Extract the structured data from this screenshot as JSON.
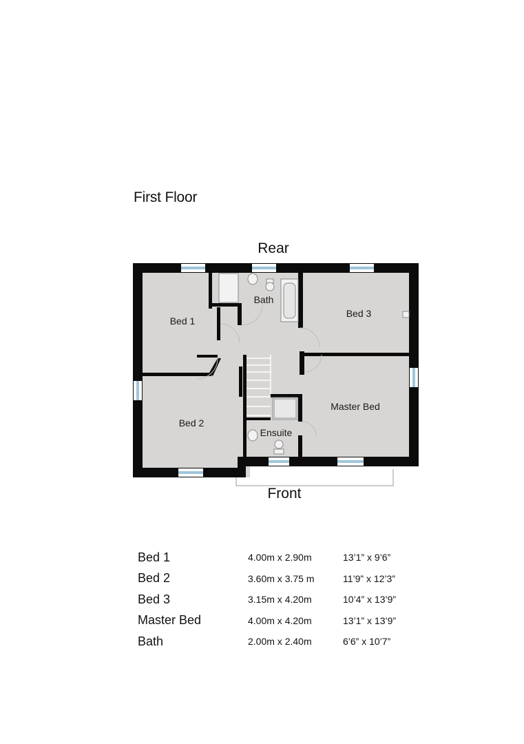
{
  "floor_title": "First Floor",
  "orientation": {
    "top": "Rear",
    "bottom": "Front"
  },
  "rooms": {
    "bed1": "Bed 1",
    "bed2": "Bed 2",
    "bed3": "Bed 3",
    "master_bed": "Master Bed",
    "bath": "Bath",
    "ensuite": "Ensuite"
  },
  "dimensions": [
    {
      "room": "Bed 1",
      "metric": "4.00m x 2.90m",
      "imperial": "13’1” x 9’6”"
    },
    {
      "room": "Bed 2",
      "metric": "3.60m x 3.75 m",
      "imperial": "11’9” x 12’3”"
    },
    {
      "room": "Bed 3",
      "metric": "3.15m x 4.20m",
      "imperial": "10’4” x 13’9”"
    },
    {
      "room": "Master Bed",
      "metric": "4.00m x 4.20m",
      "imperial": "13’1” x 13’9”"
    },
    {
      "room": "Bath",
      "metric": "2.00m x 2.40m",
      "imperial": "6’6” x 10’7”"
    }
  ],
  "colors": {
    "floor": "#d8d6d4",
    "wall": "#0b0b0b",
    "window": "#9fc6dc",
    "fixture": "#f2f2f2"
  }
}
